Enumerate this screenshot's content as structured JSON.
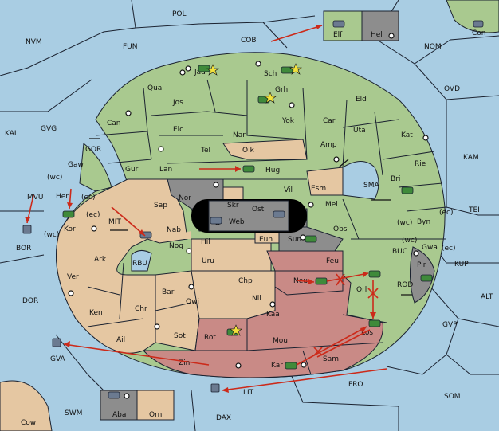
{
  "colors": {
    "sea": "#a9cde3",
    "green": "#a9c98f",
    "tan": "#e5c7a2",
    "red": "#c98a86",
    "gray": "#8d8d8d",
    "arrow": "#cc2a1a",
    "unit": "#3f8a3a"
  },
  "sea_regions": [
    "POL",
    "NVM",
    "FUN",
    "COB",
    "NOM",
    "OVD",
    "KAL",
    "GVG",
    "GOR",
    "KAM",
    "MVU",
    "SMA",
    "TEI",
    "BOR",
    "MIT",
    "RBU",
    "BUC",
    "KUP",
    "DOR",
    "ROD",
    "ALT",
    "GVP",
    "GVA",
    "FRO",
    "SOM",
    "LIT",
    "SWM",
    "DAX",
    "Cow",
    "Con"
  ],
  "land_regions": [
    "Elf",
    "Hel",
    "Jad",
    "Sch",
    "Qua",
    "Grh",
    "Eld",
    "Jos",
    "Can",
    "Yok",
    "Car",
    "Uta",
    "Elc",
    "Nar",
    "Amp",
    "Kat",
    "Gaw",
    "Tel",
    "Olk",
    "Gur",
    "Lan",
    "Hug",
    "Rie",
    "Bri",
    "Vil",
    "Esm",
    "Her",
    "Nor",
    "Skr",
    "Ost",
    "Mel",
    "Sap",
    "Web",
    "Kor",
    "Nab",
    "Obs",
    "Byn",
    "Eun",
    "Sun",
    "Hil",
    "Gwa",
    "Nog",
    "Feu",
    "Uru",
    "Pir",
    "Ark",
    "Chp",
    "Neu",
    "Ver",
    "Bar",
    "Orl",
    "Qwi",
    "Nil",
    "Ken",
    "Chr",
    "Kaa",
    "Los",
    "Ail",
    "Sot",
    "Rot",
    "Mou",
    "Zin",
    "Sam",
    "Kar",
    "Aba",
    "Orn"
  ],
  "annotations": [
    "(wc)",
    "(ec)",
    "(ec)",
    "(wc)",
    "(wc)",
    "(ec)",
    "(wc)",
    "(ec)"
  ]
}
